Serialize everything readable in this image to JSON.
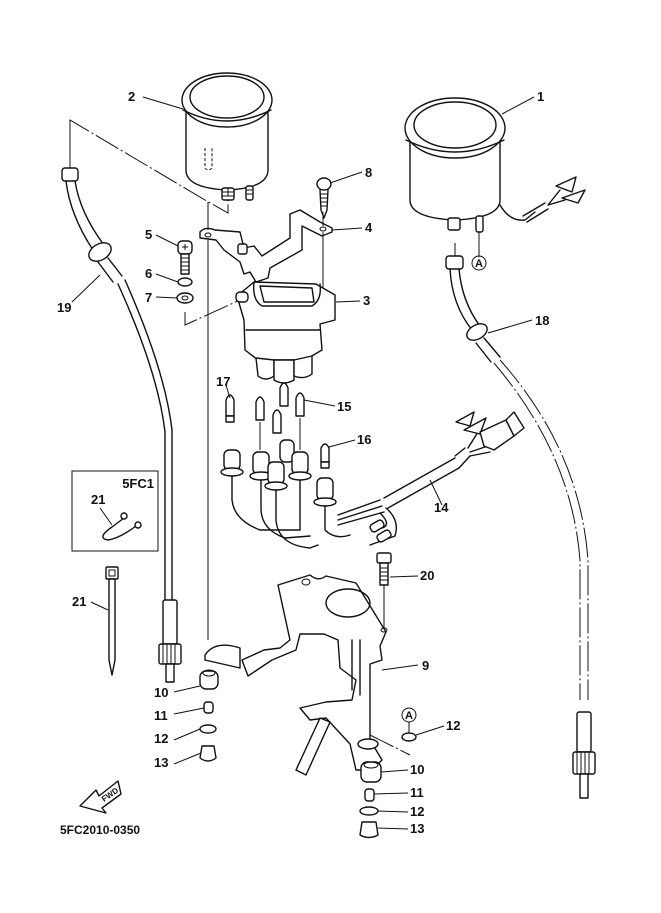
{
  "diagram": {
    "diagram_code": "5FC2010-0350",
    "direction_arrow": "FWD",
    "inset_box": {
      "model_label": "5FC1",
      "callout": "21"
    },
    "reference_marker": "A",
    "callouts": [
      {
        "id": "c1",
        "label": "1",
        "part": "meter (tachometer)"
      },
      {
        "id": "c2",
        "label": "2",
        "part": "meter (speedometer)"
      },
      {
        "id": "c3",
        "label": "3",
        "part": "switch/housing"
      },
      {
        "id": "c4",
        "label": "4",
        "part": "bracket plate"
      },
      {
        "id": "c5",
        "label": "5",
        "part": "screw"
      },
      {
        "id": "c6",
        "label": "6",
        "part": "lock washer"
      },
      {
        "id": "c7",
        "label": "7",
        "part": "washer"
      },
      {
        "id": "c8",
        "label": "8",
        "part": "screw"
      },
      {
        "id": "c9",
        "label": "9",
        "part": "meter bracket"
      },
      {
        "id": "c10a",
        "label": "10",
        "part": "grommet"
      },
      {
        "id": "c11a",
        "label": "11",
        "part": "collar"
      },
      {
        "id": "c12a",
        "label": "12",
        "part": "washer"
      },
      {
        "id": "c13a",
        "label": "13",
        "part": "nut"
      },
      {
        "id": "c10b",
        "label": "10",
        "part": "grommet"
      },
      {
        "id": "c11b",
        "label": "11",
        "part": "collar"
      },
      {
        "id": "c12b",
        "label": "12",
        "part": "washer"
      },
      {
        "id": "c13b",
        "label": "13",
        "part": "nut"
      },
      {
        "id": "c12c",
        "label": "12",
        "part": "washer"
      },
      {
        "id": "c14",
        "label": "14",
        "part": "wire harness"
      },
      {
        "id": "c15",
        "label": "15",
        "part": "bulb"
      },
      {
        "id": "c16",
        "label": "16",
        "part": "bulb"
      },
      {
        "id": "c17",
        "label": "17",
        "part": "bulb"
      },
      {
        "id": "c18",
        "label": "18",
        "part": "meter cable"
      },
      {
        "id": "c19",
        "label": "19",
        "part": "meter cable"
      },
      {
        "id": "c20",
        "label": "20",
        "part": "bolt"
      },
      {
        "id": "c21",
        "label": "21",
        "part": "cable tie"
      }
    ]
  }
}
